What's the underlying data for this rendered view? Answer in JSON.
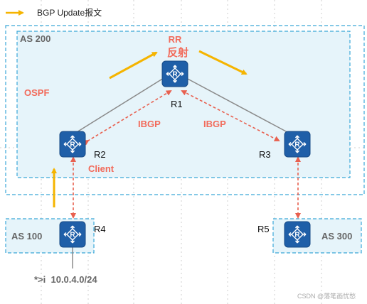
{
  "legend": {
    "label": "BGP Update报文",
    "arrow_color": "#f5b400"
  },
  "as200": {
    "label": "AS 200"
  },
  "as100": {
    "label": "AS 100"
  },
  "as300": {
    "label": "AS 300"
  },
  "rr": {
    "line1": "RR",
    "line2": "反射"
  },
  "ospf": {
    "label": "OSPF"
  },
  "routers": {
    "r1": "R1",
    "r2": "R2",
    "r3": "R3",
    "r4": "R4",
    "r5": "R5"
  },
  "ibgp_left": "IBGP",
  "ibgp_right": "IBGP",
  "client": "Client",
  "prefix": "*>i  10.0.4.0/24",
  "watermark": "CSDN @落笔画忧愁",
  "colors": {
    "accent_red": "#f26b5b",
    "router_blue": "#1f5fa8",
    "as_box_fill": "#e6f4fa",
    "as_box_border": "#3ba8d8",
    "gray_text": "#666666",
    "link_gray": "#8a8a8a"
  }
}
